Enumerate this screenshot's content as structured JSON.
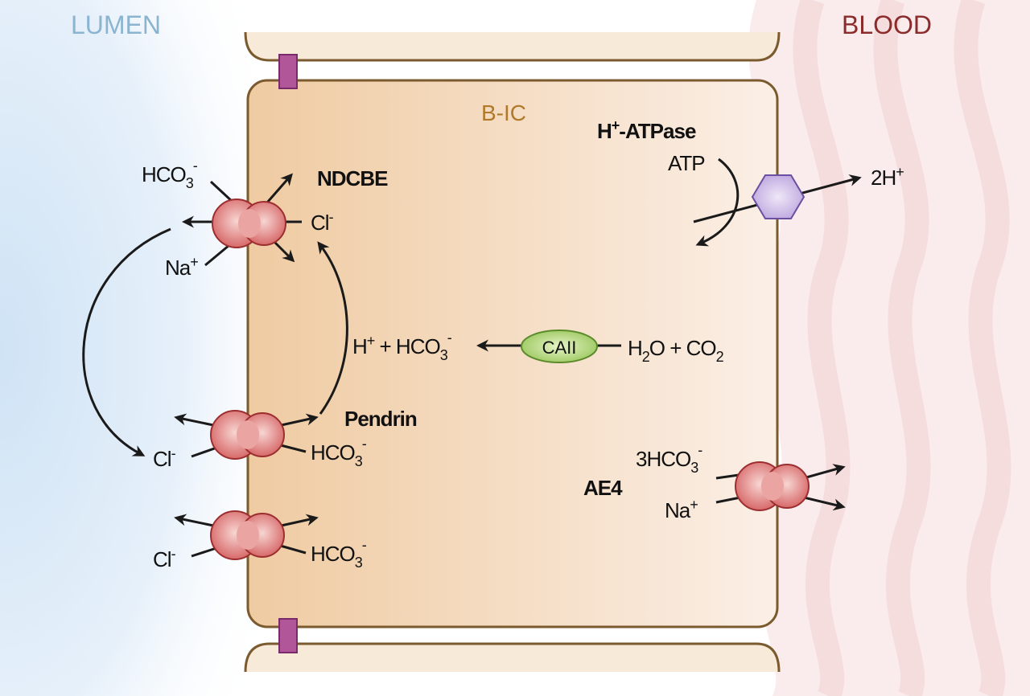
{
  "regions": {
    "lumen": "LUMEN",
    "blood": "BLOOD",
    "cell": "B-IC"
  },
  "colors": {
    "lumen": "#8ab4d0",
    "blood": "#8b2b2b",
    "cell_label": "#b07a2a",
    "cell_fill": "#f2d3ae",
    "membrane": "#7a5a2e",
    "transporter": "#d9686a",
    "pump": "#c9b5e6",
    "enzyme": "#9ccc5a",
    "junction": "#b2569a"
  },
  "ndcbe": {
    "name": "NDCBE",
    "hco3": "HCO",
    "hco3_sub": "3",
    "hco3_sup": "-",
    "cl": "Cl",
    "cl_sup": "-",
    "na": "Na",
    "na_sup": "+"
  },
  "pendrin": {
    "name": "Pendrin",
    "cl": "Cl",
    "cl_sup": "-",
    "hco3": "HCO",
    "hco3_sub": "3",
    "hco3_sup": "-"
  },
  "exchanger2": {
    "cl": "Cl",
    "cl_sup": "-",
    "hco3": "HCO",
    "hco3_sub": "3",
    "hco3_sup": "-"
  },
  "reaction": {
    "prod_h": "H",
    "prod_h_sup": "+",
    "plus1": " + HCO",
    "prod_sub": "3",
    "prod_sup": "-",
    "enzyme": "CAII",
    "h2o_a": "H",
    "h2o_sub": "2",
    "h2o_b": "O + CO",
    "co2_sub": "2"
  },
  "atpase": {
    "name_a": "H",
    "name_sup": "+",
    "name_b": "-ATPase",
    "atp": "ATP",
    "out": "2H",
    "out_sup": "+"
  },
  "ae4": {
    "name": "AE4",
    "hco3": "3HCO",
    "hco3_sub": "3",
    "hco3_sup": "-",
    "na": "Na",
    "na_sup": "+"
  }
}
